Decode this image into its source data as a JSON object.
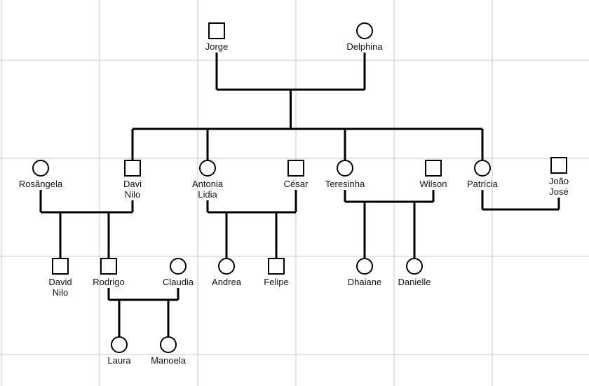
{
  "diagram": {
    "type": "pedigree",
    "colors": {
      "background": "#ffffff",
      "grid": "#c8c8c8",
      "lines": "#000000"
    },
    "people": [
      {
        "id": "jorge",
        "name": [
          "Jorge"
        ],
        "sex": "male"
      },
      {
        "id": "delphina",
        "name": [
          "Delphina"
        ],
        "sex": "female"
      },
      {
        "id": "rosangela",
        "name": [
          "Rosângela"
        ],
        "sex": "female"
      },
      {
        "id": "davi-nilo",
        "name": [
          "Davi",
          "Nilo"
        ],
        "sex": "male"
      },
      {
        "id": "antonia-lidia",
        "name": [
          "Antonia",
          "Lidia"
        ],
        "sex": "female"
      },
      {
        "id": "cesar",
        "name": [
          "César"
        ],
        "sex": "male"
      },
      {
        "id": "teresinha",
        "name": [
          "Teresinha"
        ],
        "sex": "female"
      },
      {
        "id": "wilson",
        "name": [
          "Wilson"
        ],
        "sex": "male"
      },
      {
        "id": "patricia",
        "name": [
          "Patrícia"
        ],
        "sex": "female"
      },
      {
        "id": "joao-jose",
        "name": [
          "João",
          "José"
        ],
        "sex": "male"
      },
      {
        "id": "david-nilo",
        "name": [
          "David",
          "Nilo"
        ],
        "sex": "male"
      },
      {
        "id": "rodrigo",
        "name": [
          "Rodrigo"
        ],
        "sex": "male"
      },
      {
        "id": "claudia",
        "name": [
          "Claudia"
        ],
        "sex": "female"
      },
      {
        "id": "andrea",
        "name": [
          "Andrea"
        ],
        "sex": "female"
      },
      {
        "id": "felipe",
        "name": [
          "Felipe"
        ],
        "sex": "male"
      },
      {
        "id": "dhaiane",
        "name": [
          "Dhaiane"
        ],
        "sex": "female"
      },
      {
        "id": "danielle",
        "name": [
          "Danielle"
        ],
        "sex": "female"
      },
      {
        "id": "laura",
        "name": [
          "Laura"
        ],
        "sex": "female"
      },
      {
        "id": "manoela",
        "name": [
          "Manoela"
        ],
        "sex": "female"
      }
    ],
    "families": [
      {
        "partners": [
          "jorge",
          "delphina"
        ],
        "children": [
          "davi-nilo",
          "antonia-lidia",
          "teresinha",
          "patricia"
        ]
      },
      {
        "partners": [
          "rosangela",
          "davi-nilo"
        ],
        "children": [
          "david-nilo",
          "rodrigo"
        ]
      },
      {
        "partners": [
          "antonia-lidia",
          "cesar"
        ],
        "children": [
          "andrea",
          "felipe"
        ]
      },
      {
        "partners": [
          "teresinha",
          "wilson"
        ],
        "children": [
          "dhaiane",
          "danielle"
        ]
      },
      {
        "partners": [
          "patricia",
          "joao-jose"
        ],
        "children": []
      },
      {
        "partners": [
          "rodrigo",
          "claudia"
        ],
        "children": [
          "laura",
          "manoela"
        ]
      }
    ]
  }
}
